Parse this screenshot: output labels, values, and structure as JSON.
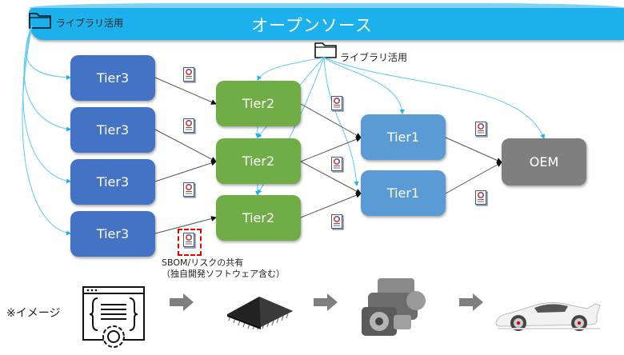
{
  "banner": {
    "title": "オープンソース",
    "library_label_left": "ライブラリ活用",
    "library_label_center": "ライブラリ活用"
  },
  "nodes": {
    "tier3": [
      "Tier3",
      "Tier3",
      "Tier3",
      "Tier3"
    ],
    "tier2": [
      "Tier2",
      "Tier2",
      "Tier2"
    ],
    "tier1": [
      "Tier1",
      "Tier1"
    ],
    "oem": "OEM"
  },
  "sbom": {
    "line1": "SBOM/リスクの共有",
    "line2": "（独自開発ソフトウェア含む）"
  },
  "image_row": {
    "label": "※イメージ",
    "items": [
      "software-icon",
      "chip-image",
      "engine-image",
      "car-image"
    ]
  },
  "colors": {
    "banner": "#1cb0ec",
    "tier3": "#4472c4",
    "tier2": "#70ad47",
    "tier1": "#5b9bd5",
    "oem": "#7f7f7f",
    "sbom_highlight": "#ee0000"
  }
}
